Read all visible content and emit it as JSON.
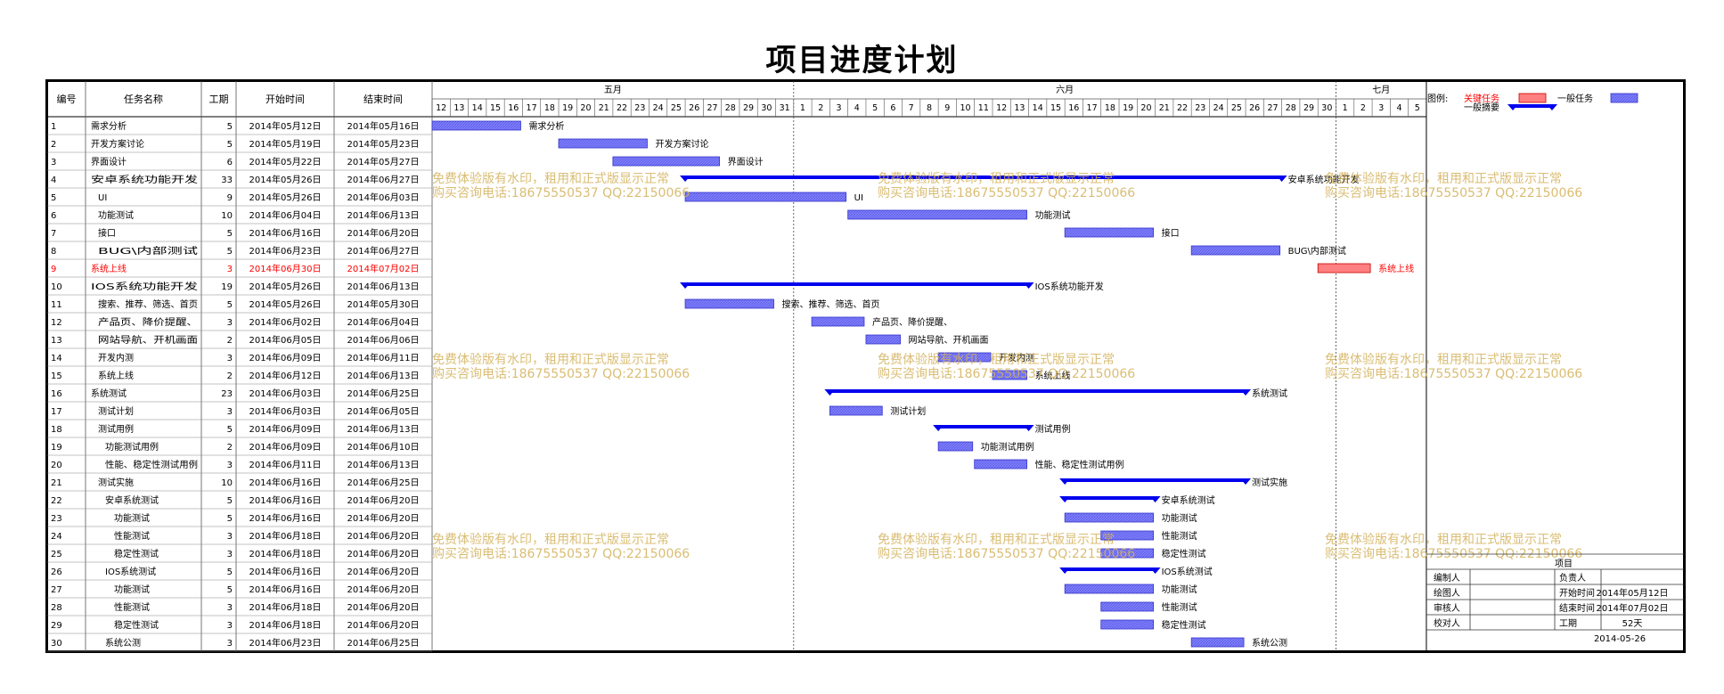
{
  "chart_data": {
    "type": "gantt",
    "title": "项目进度计划",
    "columns": [
      "编号",
      "任务名称",
      "工期",
      "开始时间",
      "结束时间"
    ],
    "months": [
      {
        "label": "五月",
        "days": [
          12,
          13,
          14,
          15,
          16,
          17,
          18,
          19,
          20,
          21,
          22,
          23,
          24,
          25,
          26,
          27,
          28,
          29,
          30,
          31
        ]
      },
      {
        "label": "六月",
        "days": [
          1,
          2,
          3,
          4,
          5,
          6,
          7,
          8,
          9,
          10,
          11,
          12,
          13,
          14,
          15,
          16,
          17,
          18,
          19,
          20,
          21,
          22,
          23,
          24,
          25,
          26,
          27,
          28,
          29,
          30
        ]
      },
      {
        "label": "七月",
        "days": [
          1,
          2,
          3,
          4,
          5
        ]
      }
    ],
    "tasks": [
      {
        "id": "1",
        "name": "需求分析",
        "level": 0,
        "duration": 5,
        "start": "2014年05月12日",
        "end": "2014年05月16日",
        "s": 0,
        "e": 5,
        "type": "normal"
      },
      {
        "id": "2",
        "name": "开发方案讨论",
        "level": 0,
        "duration": 5,
        "start": "2014年05月19日",
        "end": "2014年05月23日",
        "s": 7,
        "e": 12,
        "type": "normal"
      },
      {
        "id": "3",
        "name": "界面设计",
        "level": 0,
        "duration": 6,
        "start": "2014年05月22日",
        "end": "2014年05月27日",
        "s": 10,
        "e": 16,
        "type": "normal"
      },
      {
        "id": "4",
        "name": "安卓系统功能开发",
        "level": 0,
        "duration": 33,
        "start": "2014年05月26日",
        "end": "2014年06月27日",
        "s": 14,
        "e": 47,
        "type": "summary"
      },
      {
        "id": "5",
        "name": "UI",
        "level": 1,
        "duration": 9,
        "start": "2014年05月26日",
        "end": "2014年06月03日",
        "s": 14,
        "e": 23,
        "type": "normal"
      },
      {
        "id": "6",
        "name": "功能测试",
        "level": 1,
        "duration": 10,
        "start": "2014年06月04日",
        "end": "2014年06月13日",
        "s": 23,
        "e": 33,
        "type": "normal"
      },
      {
        "id": "7",
        "name": "接口",
        "level": 1,
        "duration": 5,
        "start": "2014年06月16日",
        "end": "2014年06月20日",
        "s": 35,
        "e": 40,
        "type": "normal"
      },
      {
        "id": "8",
        "name": "BUG\\内部测试",
        "level": 1,
        "duration": 5,
        "start": "2014年06月23日",
        "end": "2014年06月27日",
        "s": 42,
        "e": 47,
        "type": "normal"
      },
      {
        "id": "9",
        "name": "系统上线",
        "level": 0,
        "duration": 3,
        "start": "2014年06月30日",
        "end": "2014年07月02日",
        "s": 49,
        "e": 52,
        "type": "critical"
      },
      {
        "id": "10",
        "name": "IOS系统功能开发",
        "level": 0,
        "duration": 19,
        "start": "2014年05月26日",
        "end": "2014年06月13日",
        "s": 14,
        "e": 33,
        "type": "summary"
      },
      {
        "id": "11",
        "name": "搜索、推荐、筛选、首页",
        "level": 1,
        "duration": 5,
        "start": "2014年05月26日",
        "end": "2014年05月30日",
        "s": 14,
        "e": 19,
        "type": "normal"
      },
      {
        "id": "12",
        "name": "产品页、降价提醒、",
        "level": 1,
        "duration": 3,
        "start": "2014年06月02日",
        "end": "2014年06月04日",
        "s": 21,
        "e": 24,
        "type": "normal"
      },
      {
        "id": "13",
        "name": "网站导航、开机画面",
        "level": 1,
        "duration": 2,
        "start": "2014年06月05日",
        "end": "2014年06月06日",
        "s": 24,
        "e": 26,
        "type": "normal"
      },
      {
        "id": "14",
        "name": "开发内测",
        "level": 1,
        "duration": 3,
        "start": "2014年06月09日",
        "end": "2014年06月11日",
        "s": 28,
        "e": 31,
        "type": "normal"
      },
      {
        "id": "15",
        "name": "系统上线",
        "level": 1,
        "duration": 2,
        "start": "2014年06月12日",
        "end": "2014年06月13日",
        "s": 31,
        "e": 33,
        "type": "normal"
      },
      {
        "id": "16",
        "name": "系统测试",
        "level": 0,
        "duration": 23,
        "start": "2014年06月03日",
        "end": "2014年06月25日",
        "s": 22,
        "e": 45,
        "type": "summary"
      },
      {
        "id": "17",
        "name": "测试计划",
        "level": 1,
        "duration": 3,
        "start": "2014年06月03日",
        "end": "2014年06月05日",
        "s": 22,
        "e": 25,
        "type": "normal"
      },
      {
        "id": "18",
        "name": "测试用例",
        "level": 1,
        "duration": 5,
        "start": "2014年06月09日",
        "end": "2014年06月13日",
        "s": 28,
        "e": 33,
        "type": "summary"
      },
      {
        "id": "19",
        "name": "功能测试用例",
        "level": 2,
        "duration": 2,
        "start": "2014年06月09日",
        "end": "2014年06月10日",
        "s": 28,
        "e": 30,
        "type": "normal"
      },
      {
        "id": "20",
        "name": "性能、稳定性测试用例",
        "level": 2,
        "duration": 3,
        "start": "2014年06月11日",
        "end": "2014年06月13日",
        "s": 30,
        "e": 33,
        "type": "normal"
      },
      {
        "id": "21",
        "name": "测试实施",
        "level": 1,
        "duration": 10,
        "start": "2014年06月16日",
        "end": "2014年06月25日",
        "s": 35,
        "e": 45,
        "type": "summary"
      },
      {
        "id": "22",
        "name": "安卓系统测试",
        "level": 2,
        "duration": 5,
        "start": "2014年06月16日",
        "end": "2014年06月20日",
        "s": 35,
        "e": 40,
        "type": "summary"
      },
      {
        "id": "23",
        "name": "功能测试",
        "level": 3,
        "duration": 5,
        "start": "2014年06月16日",
        "end": "2014年06月20日",
        "s": 35,
        "e": 40,
        "type": "normal"
      },
      {
        "id": "24",
        "name": "性能测试",
        "level": 3,
        "duration": 3,
        "start": "2014年06月18日",
        "end": "2014年06月20日",
        "s": 37,
        "e": 40,
        "type": "normal"
      },
      {
        "id": "25",
        "name": "稳定性测试",
        "level": 3,
        "duration": 3,
        "start": "2014年06月18日",
        "end": "2014年06月20日",
        "s": 37,
        "e": 40,
        "type": "normal"
      },
      {
        "id": "26",
        "name": "IOS系统测试",
        "level": 2,
        "duration": 5,
        "start": "2014年06月16日",
        "end": "2014年06月20日",
        "s": 35,
        "e": 40,
        "type": "summary"
      },
      {
        "id": "27",
        "name": "功能测试",
        "level": 3,
        "duration": 5,
        "start": "2014年06月16日",
        "end": "2014年06月20日",
        "s": 35,
        "e": 40,
        "type": "normal"
      },
      {
        "id": "28",
        "name": "性能测试",
        "level": 3,
        "duration": 3,
        "start": "2014年06月18日",
        "end": "2014年06月20日",
        "s": 37,
        "e": 40,
        "type": "normal"
      },
      {
        "id": "29",
        "name": "稳定性测试",
        "level": 3,
        "duration": 3,
        "start": "2014年06月18日",
        "end": "2014年06月20日",
        "s": 37,
        "e": 40,
        "type": "normal"
      },
      {
        "id": "30",
        "name": "系统公测",
        "level": 2,
        "duration": 3,
        "start": "2014年06月23日",
        "end": "2014年06月25日",
        "s": 42,
        "e": 45,
        "type": "normal"
      }
    ],
    "legend": {
      "label": "图例:",
      "critical": "关键任务",
      "normal": "一般任务",
      "summary": "一般摘要"
    },
    "info": {
      "project_label": "项目",
      "rows": [
        [
          "编制人",
          "",
          "负责人",
          ""
        ],
        [
          "绘图人",
          "",
          "开始时间",
          "2014年05月12日"
        ],
        [
          "审核人",
          "",
          "结束时间",
          "2014年07月02日"
        ],
        [
          "校对人",
          "",
          "工期",
          "52天"
        ]
      ],
      "date": "2014-05-26"
    },
    "watermark": {
      "line1": "免费体验版有水印，租用和正式版显示正常",
      "line2": "购买咨询电话:18675550537 QQ:22150066"
    },
    "colors": {
      "normal_fill": "#8080ff",
      "normal_stroke": "#3333cc",
      "summary": "#0000ee",
      "critical_fill": "#ff8080",
      "critical_stroke": "#cc0000",
      "critical_text": "#ff0000",
      "watermark": "#d4b25a"
    }
  }
}
